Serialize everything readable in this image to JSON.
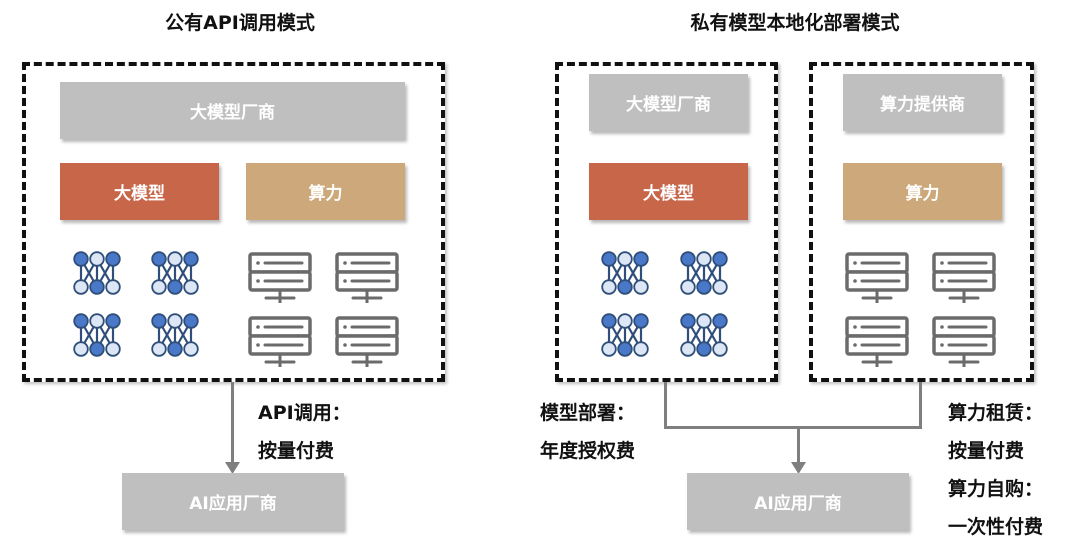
{
  "left_panel": {
    "title": "公有API调用模式",
    "vendor_box": "大模型厂商",
    "model_box": "大模型",
    "compute_box": "算力",
    "model_icons": [
      "neural-network-icon",
      "neural-network-icon",
      "neural-network-icon",
      "neural-network-icon"
    ],
    "server_icons": [
      "server-icon",
      "server-icon",
      "server-icon",
      "server-icon"
    ],
    "payment_label": [
      "API调用：",
      "按量付费"
    ],
    "target_box": "AI应用厂商"
  },
  "right_panel": {
    "title": "私有模型本地化部署模式",
    "model_group": {
      "vendor_box": "大模型厂商",
      "model_box": "大模型",
      "icons": [
        "neural-network-icon",
        "neural-network-icon",
        "neural-network-icon",
        "neural-network-icon"
      ]
    },
    "compute_group": {
      "vendor_box": "算力提供商",
      "compute_box": "算力",
      "icons": [
        "server-icon",
        "server-icon",
        "server-icon",
        "server-icon"
      ]
    },
    "model_payment_label": [
      "模型部署：",
      "年度授权费"
    ],
    "compute_payment_label": [
      "算力租赁：",
      "按量付费",
      "算力自购：",
      "一次性付费"
    ],
    "target_box": "AI应用厂商"
  },
  "colors": {
    "vendor_gray": "#BFBFBF",
    "model_red": "#C8664A",
    "compute_tan": "#CCA87A",
    "node_dark": "#4A78C9",
    "node_light": "#DCE6F5",
    "node_stroke": "#2F4F7A",
    "server_gray": "#6B6B6B",
    "arrow_gray": "#7F7F7F"
  }
}
